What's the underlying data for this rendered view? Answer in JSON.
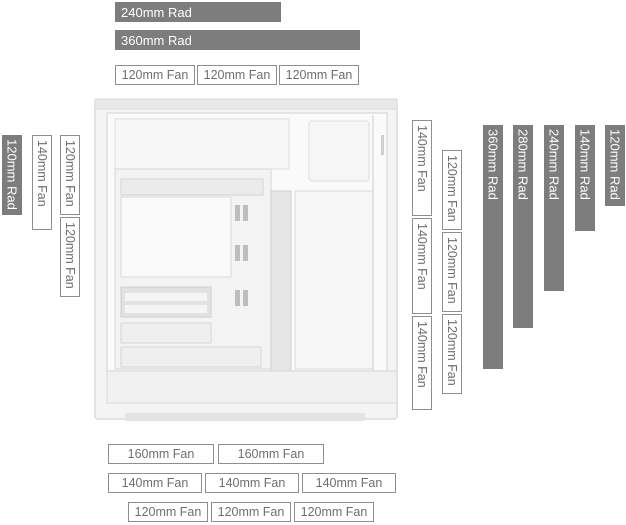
{
  "top": {
    "rad_240": "240mm Rad",
    "rad_360": "360mm Rad",
    "fans": [
      "120mm Fan",
      "120mm Fan",
      "120mm Fan"
    ]
  },
  "left": {
    "rad": "120mm Rad",
    "fan_140": "140mm Fan",
    "fans_120": [
      "120mm Fan",
      "120mm Fan"
    ]
  },
  "front": {
    "fans_140": [
      "140mm Fan",
      "140mm Fan",
      "140mm Fan"
    ],
    "fans_120": [
      "120mm Fan",
      "120mm Fan",
      "120mm Fan"
    ]
  },
  "right_rads": [
    "360mm Rad",
    "280mm Rad",
    "240mm Rad",
    "140mm Rad",
    "120mm Rad"
  ],
  "bottom": {
    "fans_160": [
      "160mm Fan",
      "160mm Fan"
    ],
    "fans_140": [
      "140mm Fan",
      "140mm Fan",
      "140mm Fan"
    ],
    "fans_120": [
      "120mm Fan",
      "120mm Fan",
      "120mm Fan"
    ]
  },
  "colors": {
    "filled": "#7d7d7d",
    "outline": "#8e8e8e",
    "case": "#f2f2f2"
  }
}
